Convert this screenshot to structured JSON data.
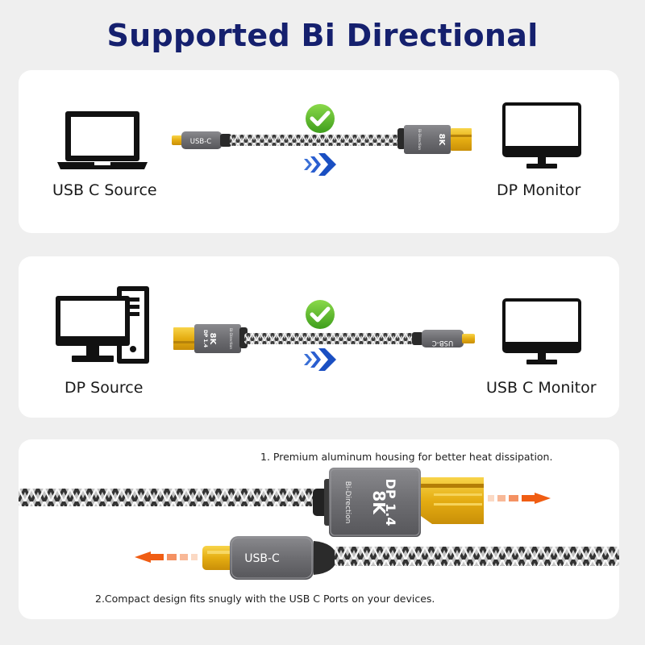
{
  "title": "Supported Bi Directional",
  "panel1": {
    "left_label": "USB C Source",
    "right_label": "DP Monitor",
    "usbc_plug_text": "USB-C",
    "dp_plug_text_1": "8K",
    "dp_plug_text_2": "Bi-Direction"
  },
  "panel2": {
    "left_label": "DP Source",
    "right_label": "USB C Monitor",
    "usbc_plug_text": "USB-C",
    "dp_plug_text_1": "8K",
    "dp_plug_text_2": "DP 1.4",
    "dp_plug_text_3": "Bi-Direction"
  },
  "panel3": {
    "note_1": "1. Premium aluminum housing for better heat dissipation.",
    "note_2": "2.Compact design fits snugly with the USB C Ports on your devices.",
    "dp_text_1": "DP 1.4",
    "dp_text_2": "8K",
    "dp_text_3": "Bi-Direction",
    "usbc_text": "USB-C"
  },
  "colors": {
    "title": "#15206e",
    "check_green": "#5cbb2a",
    "arrow_blue": "#1a4fc2",
    "arrow_orange": "#f06a1e",
    "gold": "#e8b417",
    "housing_gray": "#6f6f72"
  },
  "icons": [
    "laptop-icon",
    "monitor-icon",
    "desktop-pc-icon",
    "check-icon",
    "direction-arrow-icon"
  ]
}
